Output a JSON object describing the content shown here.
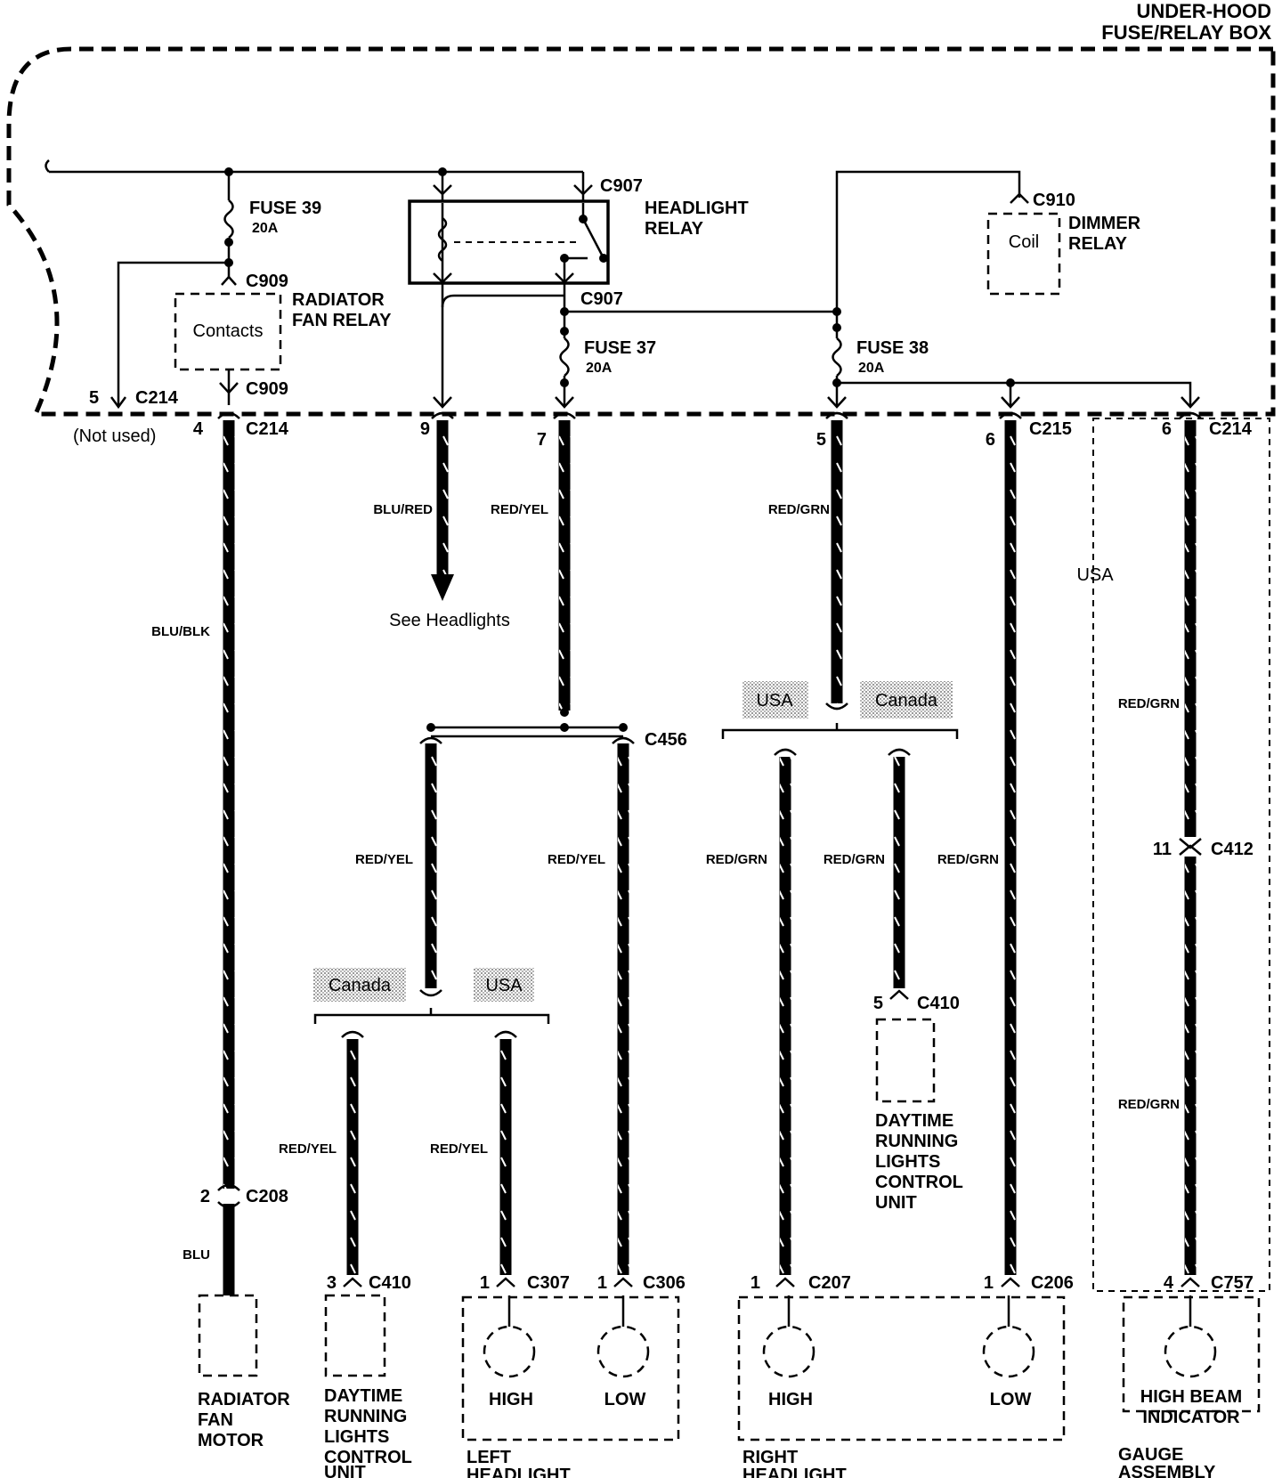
{
  "fuse_box": {
    "title_line1": "UNDER-HOOD",
    "title_line2": "FUSE/RELAY BOX"
  },
  "fuses": {
    "fuse39": {
      "label": "FUSE 39",
      "rating": "20A"
    },
    "fuse37": {
      "label": "FUSE 37",
      "rating": "20A"
    },
    "fuse38": {
      "label": "FUSE 38",
      "rating": "20A"
    }
  },
  "relays": {
    "headlight": {
      "line1": "HEADLIGHT",
      "line2": "RELAY"
    },
    "radiator_fan": {
      "line1": "RADIATOR",
      "line2": "FAN RELAY",
      "inner": "Contacts"
    },
    "dimmer": {
      "line1": "DIMMER",
      "line2": "RELAY",
      "inner": "Coil"
    }
  },
  "connectors": {
    "c907a": "C907",
    "c907b": "C907",
    "c910": "C910",
    "c909a": "C909",
    "c909b": "C909",
    "c214a": "C214",
    "c214b": "C214",
    "c214c": "C214",
    "c215": "C215",
    "c456": "C456",
    "c412": "C412",
    "c410a": "C410",
    "c410b": "C410",
    "c208": "C208",
    "c307": "C307",
    "c306": "C306",
    "c207": "C207",
    "c206": "C206",
    "c757": "C757"
  },
  "pins": {
    "p5_c214": "5",
    "p4": "4",
    "p9": "9",
    "p7": "7",
    "p5": "5",
    "p6_c215": "6",
    "p6_c214": "6",
    "p11": "11",
    "p5_c410": "5",
    "p2": "2",
    "p3": "3",
    "p1_c307": "1",
    "p1_c306": "1",
    "p1_c207": "1",
    "p1_c206": "1",
    "p4_c757": "4"
  },
  "notes": {
    "not_used": "(Not used)",
    "see_headlights": "See Headlights"
  },
  "wires": {
    "blu_blk": "BLU/BLK",
    "blu_red": "BLU/RED",
    "red_yel": "RED/YEL",
    "red_grn": "RED/GRN",
    "blu": "BLU"
  },
  "regions": {
    "usa": "USA",
    "canada": "Canada"
  },
  "components": {
    "radiator_fan_motor": [
      "RADIATOR",
      "FAN",
      "MOTOR"
    ],
    "drl_unit_left": [
      "DAYTIME",
      "RUNNING",
      "LIGHTS",
      "CONTROL",
      "UNIT"
    ],
    "drl_unit_right": [
      "DAYTIME",
      "RUNNING",
      "LIGHTS",
      "CONTROL",
      "UNIT"
    ],
    "left_headlight": [
      "LEFT",
      "HEADLIGHT"
    ],
    "right_headlight": [
      "RIGHT",
      "HEADLIGHT"
    ],
    "gauge_assembly": [
      "GAUGE",
      "ASSEMBLY"
    ],
    "high": "HIGH",
    "low": "LOW",
    "high_beam_indicator": [
      "HIGH BEAM",
      "INDICATOR"
    ]
  }
}
